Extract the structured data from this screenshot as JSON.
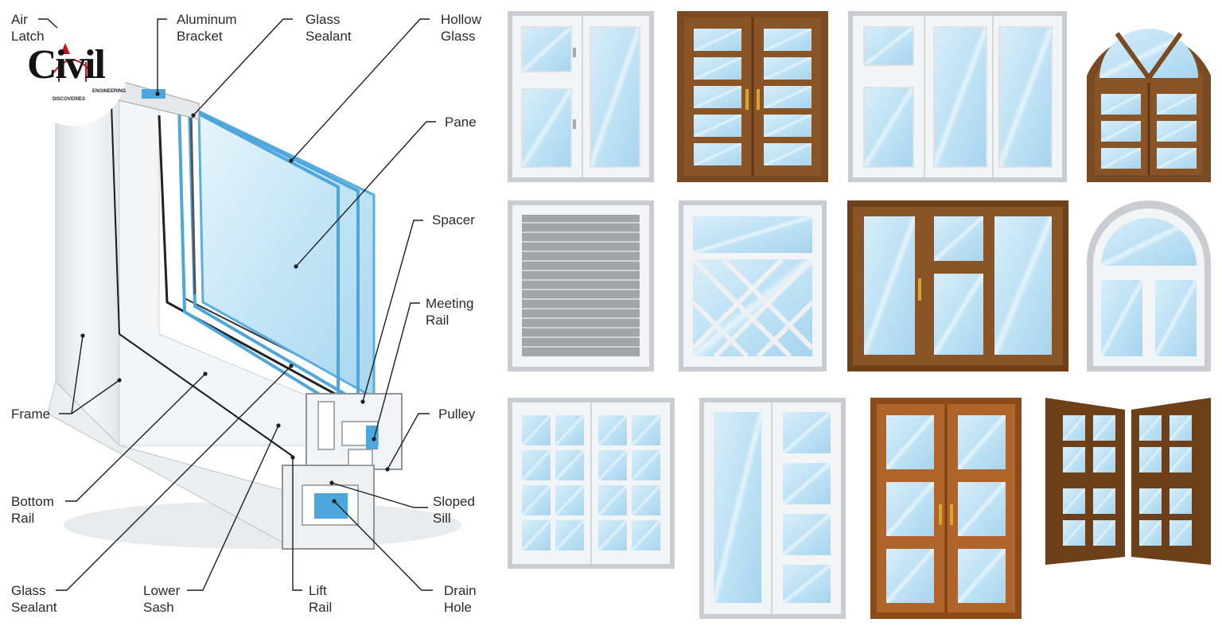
{
  "labels": {
    "air_latch": [
      "Air",
      "Latch"
    ],
    "aluminum_bracket": [
      "Aluminum",
      "Bracket"
    ],
    "glass_sealant_top": [
      "Glass",
      "Sealant"
    ],
    "hollow_glass": [
      "Hollow",
      "Glass"
    ],
    "pane": [
      "Pane"
    ],
    "spacer": [
      "Spacer"
    ],
    "meeting_rail": [
      "Meeting",
      "Rail"
    ],
    "pulley": [
      "Pulley"
    ],
    "sloped_sill": [
      "Sloped",
      "Sill"
    ],
    "drain_hole": [
      "Drain",
      "Hole"
    ],
    "frame": [
      "Frame"
    ],
    "bottom_rail": [
      "Bottom",
      "Rail"
    ],
    "glass_sealant_bottom": [
      "Glass",
      "Sealant"
    ],
    "lower_sash": [
      "Lower",
      "Sash"
    ],
    "lift_rail": [
      "Lift",
      "Rail"
    ]
  },
  "logo": {
    "word": "Civil",
    "sub1": "ENGINEERING",
    "sub2": "DISCOVERIES"
  },
  "colors": {
    "glass": "#bfe2f5",
    "glass_edge": "#4ea7dc",
    "frame_white": "#f1f2f3",
    "frame_grey": "#c9cccf",
    "wood_dark": "#7a4a22",
    "wood_light": "#a5642a",
    "handle_gold": "#d7a630",
    "leader": "#222222",
    "logo_red": "#c8161d"
  },
  "windows": [
    "white-casement-2-pane",
    "brown-double-door-grid",
    "white-three-panel",
    "brown-arched-grid",
    "white-louvered-shutter",
    "white-diamond-lattice",
    "brown-three-panel-transom",
    "white-arched-double",
    "white-french-grid",
    "white-tall-with-side-lites",
    "orange-double-door",
    "brown-open-casement-grid"
  ]
}
